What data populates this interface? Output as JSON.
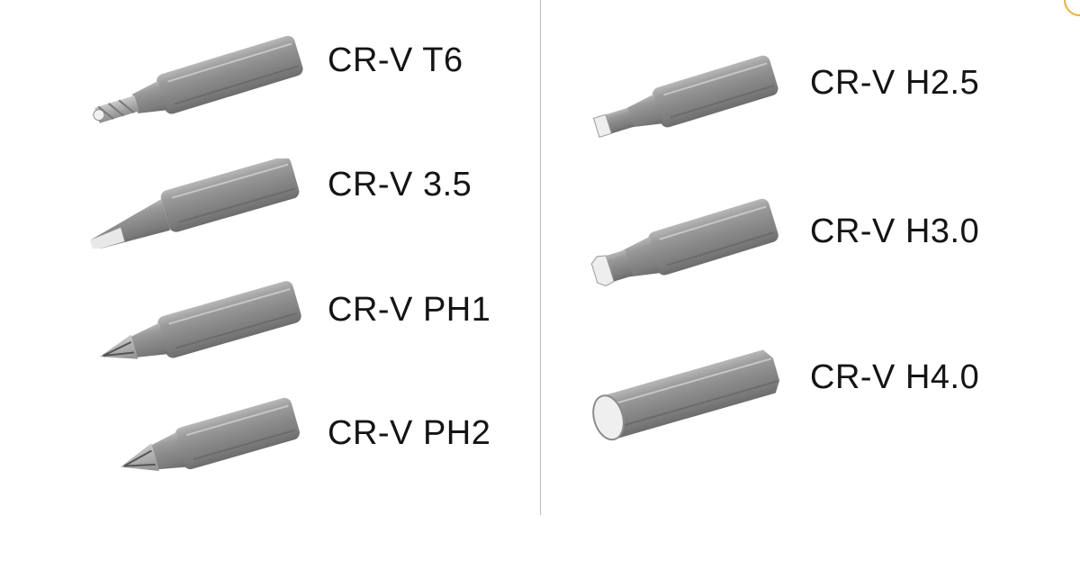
{
  "items": [
    {
      "label": "CR-V T6",
      "icon": "torx-bit-icon"
    },
    {
      "label": "CR-V 3.5",
      "icon": "flat-bit-icon"
    },
    {
      "label": "CR-V PH1",
      "icon": "phillips-bit-icon"
    },
    {
      "label": "CR-V PH2",
      "icon": "phillips-bit-icon"
    },
    {
      "label": "CR-V H2.5",
      "icon": "hex-bit-icon"
    },
    {
      "label": "CR-V H3.0",
      "icon": "hex-bit-icon"
    },
    {
      "label": "CR-V H4.0",
      "icon": "hex-bit-icon"
    }
  ],
  "colors": {
    "metal": "#8c8c8c",
    "text": "#141414",
    "divider": "#b9b9b9",
    "accent": "#e7b13a"
  }
}
